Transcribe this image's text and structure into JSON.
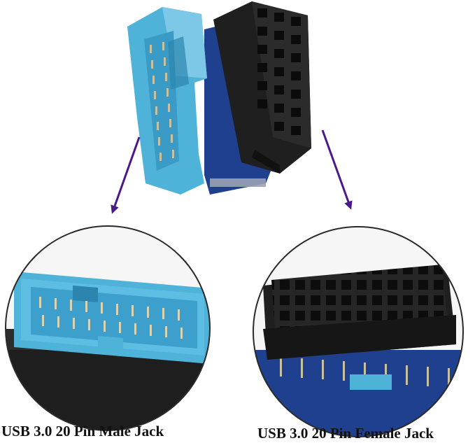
{
  "captions": {
    "male": "USB 3.0 20 Pin Male Jack",
    "female": "USB 3.0 20 Pin Female Jack"
  },
  "colors": {
    "connector_blue": "#4fb2d9",
    "connector_blue_dark": "#2c85ae",
    "connector_black": "#1f1f1f",
    "pcb_blue": "#1f3f8f",
    "pin_gold": "#c9c2a0",
    "arrow_purple": "#4b1a8a",
    "lens_border": "#2a2a2a"
  },
  "icons": {
    "top_product": "usb-adapter-photo",
    "left_lens": "male-header-closeup",
    "right_lens": "female-socket-closeup",
    "arrows": "purple-arrow-icon"
  }
}
